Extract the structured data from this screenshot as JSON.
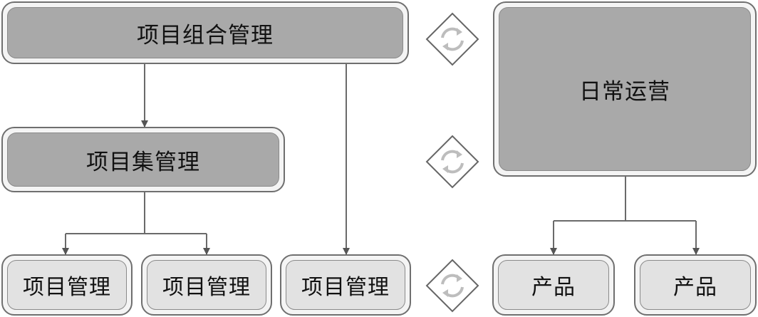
{
  "nodes": {
    "portfolio": "项目组合管理",
    "program": "项目集管理",
    "project_1": "项目管理",
    "project_2": "项目管理",
    "project_3": "项目管理",
    "operations": "日常运营",
    "product_1": "产品",
    "product_2": "产品"
  },
  "icons": [
    "sync-icon",
    "sync-icon",
    "sync-icon"
  ],
  "colors": {
    "dark_fill": "#a9a9a9",
    "light_fill": "#e2e2e2",
    "border": "#6f6f6f",
    "line": "#555555"
  }
}
